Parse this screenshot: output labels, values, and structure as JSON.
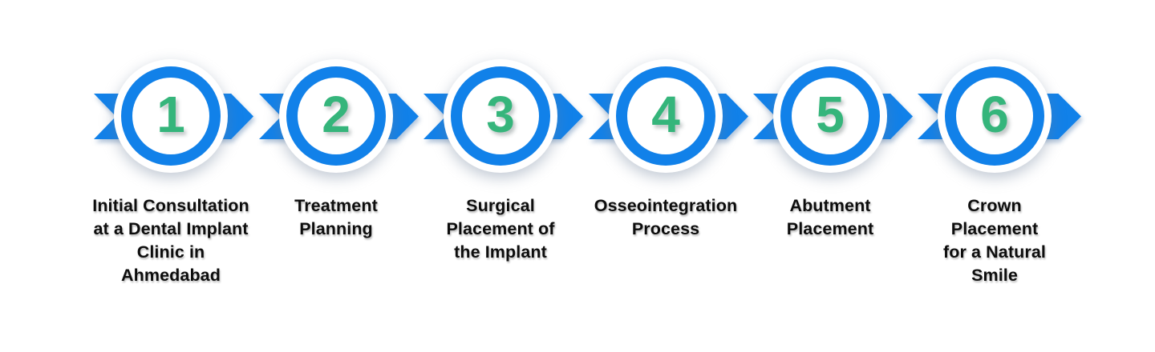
{
  "diagram": {
    "type": "process-flow",
    "colors": {
      "band_blue": "#1181E9",
      "ring_blue": "#1181E9",
      "number_green": "#35B57B",
      "label_black": "#0D0D0D",
      "background": "#FFFFFF"
    },
    "steps": [
      {
        "number": "1",
        "label": "Initial Consultation\nat a Dental Implant\nClinic in\nAhmedabad"
      },
      {
        "number": "2",
        "label": "Treatment\nPlanning"
      },
      {
        "number": "3",
        "label": "Surgical\nPlacement of\nthe Implant"
      },
      {
        "number": "4",
        "label": "Osseointegration\nProcess"
      },
      {
        "number": "5",
        "label": "Abutment\nPlacement"
      },
      {
        "number": "6",
        "label": "Crown\nPlacement\nfor a Natural\nSmile"
      }
    ]
  }
}
